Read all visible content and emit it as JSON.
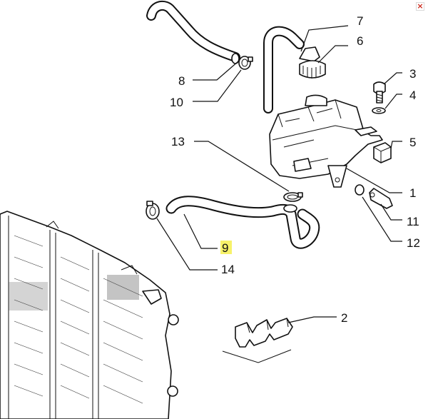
{
  "window": {
    "close_icon": "close-icon",
    "close_glyph": "×",
    "accent_color": "#cc2b1d"
  },
  "diagram": {
    "highlight_color": "#f7f26a",
    "labels": [
      {
        "id": "7",
        "text": "7"
      },
      {
        "id": "6",
        "text": "6"
      },
      {
        "id": "8",
        "text": "8"
      },
      {
        "id": "10",
        "text": "10"
      },
      {
        "id": "3",
        "text": "3"
      },
      {
        "id": "4",
        "text": "4"
      },
      {
        "id": "13",
        "text": "13"
      },
      {
        "id": "5",
        "text": "5"
      },
      {
        "id": "1",
        "text": "1"
      },
      {
        "id": "11",
        "text": "11"
      },
      {
        "id": "12",
        "text": "12"
      },
      {
        "id": "9",
        "text": "9",
        "highlighted": true
      },
      {
        "id": "14",
        "text": "14"
      },
      {
        "id": "2",
        "text": "2"
      }
    ]
  }
}
